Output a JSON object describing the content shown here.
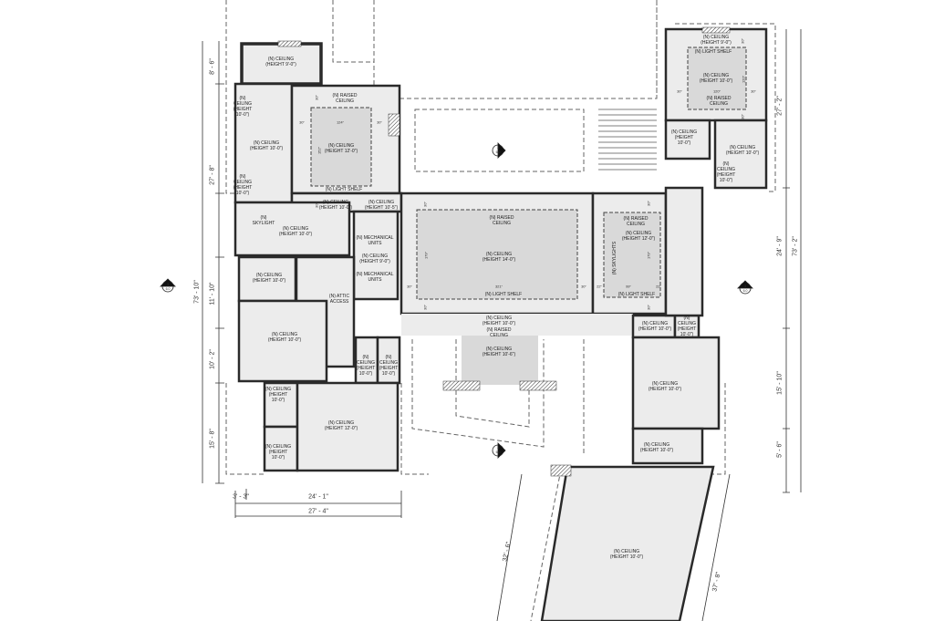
{
  "rooms": {
    "r1": "(N) CEILING\n(HEIGHT 9'-0\")",
    "r2": "(N)\nCEILING\n(HEIGHT\n10'-0\")",
    "r3": "(N) CEILING\n(HEIGHT 10'-0\")",
    "r4": "(N)\nCEILING\n(HEIGHT\n10'-0\")",
    "r5_raised": "(N) RAISED\nCEILING",
    "r5": "(N) CEILING\n(HEIGHT 12'-0\")",
    "r5_shelf": "(N) LIGHT SHELF",
    "r6": "(N) CEILING\n(HEIGHT 10'-0\")",
    "r7": "(N) CEILING\n(HEIGHT 10'-5\")",
    "skylight": "(N)\nSKYLIGHT",
    "r8": "(N) CEILING\n(HEIGHT 10'-0\")",
    "mech1": "(N) MECHANICAL\nUNITS",
    "r9": "(N) CEILING\n(HEIGHT 9'-0\")",
    "mech2": "(N) MECHANICAL\nUNITS",
    "r10": "(N) CEILING\n(HEIGHT 10'-0\")",
    "attic": "(N) ATTIC\nACCESS",
    "r11": "(N) CEILING\n(HEIGHT 10'-0\")",
    "r12": "(N)\nCEILING\n(HEIGHT\n10'-0\")",
    "r13": "(N)\nCEILING\n(HEIGHT\n10'-0\")",
    "r14": "(N) CEILING\n(HEIGHT\n10'-0\")",
    "r15": "(N) CEILING\n(HEIGHT\n10'-0\")",
    "r16": "(N) CEILING\n(HEIGHT 12'-0\")",
    "great_raised": "(N) RAISED\nCEILING",
    "great": "(N) CEILING\n(HEIGHT 14'-0\")",
    "great_shelf": "(N) LIGHT SHELF",
    "side_raised": "(N) RAISED\nCEILING",
    "side": "(N) CEILING\n(HEIGHT 12'-0\")",
    "side_skylights": "(N) SKYLIGHTS",
    "side_shelf": "(N) LIGHT SHELF",
    "hall": "(N) CEILING\n(HEIGHT 10'-0\")",
    "entry_raised": "(N) RAISED\nCEILING",
    "entry": "(N) CEILING\n(HEIGHT 10'-6\")",
    "r17": "(N) CEILING\n(HEIGHT 10'-0\")",
    "r18": "(N)\nCEILING\n(HEIGHT\n10'-0\")",
    "r19": "(N) CEILING\n(HEIGHT 10'-0\")",
    "r20": "(N) CEILING\n(HEIGHT 10'-0\")",
    "garage": "(N) CEILING\n(HEIGHT 10'-0\")",
    "tr1": "(N) CEILING\n(HEIGHT 9'-0\")",
    "tr_shelf": "(N) LIGHT SHELF",
    "tr2": "(N) CEILING\n(HEIGHT 10'-0\")",
    "tr_raised": "(N) RAISED\nCEILING",
    "tr3": "(N) CEILING\n(HEIGHT\n10'-0\")",
    "tr4": "(N) CEILING\n(HEIGHT 10'-0\")",
    "tr5": "(N)\nCEILING\n(HEIGHT\n10'-0\")"
  },
  "inner_dims": {
    "a1": "30\"",
    "a2": "124\"",
    "a3": "30\"",
    "a4": "30\"",
    "a5": "152\"",
    "a6": "30\"",
    "g1": "30\"",
    "g2": "321\"",
    "g3": "30\"",
    "g4": "30\"",
    "g5": "179\"",
    "g6": "30\"",
    "s1": "22\"",
    "s2": "99\"",
    "s3": "22\"",
    "s4": "30\"",
    "s5": "179\"",
    "s6": "30\"",
    "t1": "30\"",
    "t2": "120\"",
    "t3": "30\"",
    "t4": "30\"",
    "t5": "120\"",
    "t6": "30\""
  },
  "dimensions": {
    "left_1": "8' - 6\"",
    "left_2": "27' - 8\"",
    "left_total": "73' - 10\"",
    "left_3": "11' - 10\"",
    "left_4": "10' - 2\"",
    "left_5": "15' - 8\"",
    "bottom_1": "3' - 3\"",
    "bottom_2": "24' - 1\"",
    "bottom_total": "27' - 4\"",
    "right_1": "27' - 2\"",
    "right_2": "24' - 9\"",
    "right_total": "73' - 2\"",
    "right_3": "15' - 10\"",
    "right_4": "5' - 6\"",
    "garage_left": "32' - 6\"",
    "garage_right": "37' - 8\""
  },
  "section_markers": [
    {
      "number": "3",
      "sheet": "6.0"
    },
    {
      "number": "3",
      "sheet": "6.0"
    },
    {
      "number": "3",
      "sheet": "6.0"
    },
    {
      "number": "3",
      "sheet": "6.0"
    }
  ],
  "colors": {
    "room_fill": "#ececec",
    "raised_fill": "#d9d9d9",
    "wall": "#2a2a2a"
  }
}
